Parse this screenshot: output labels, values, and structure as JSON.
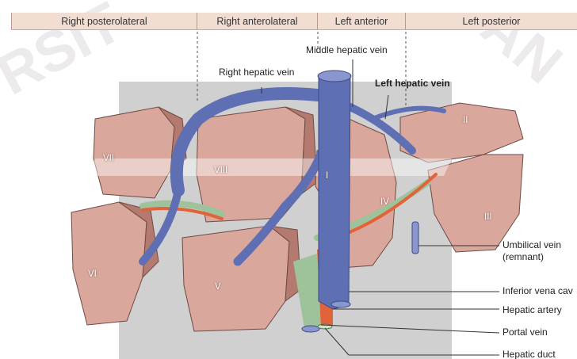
{
  "sectors": {
    "right_posterolateral": "Right posterolateral",
    "right_anterolateral": "Right anterolateral",
    "left_anterior": "Left anterior",
    "left_posterior": "Left posterior"
  },
  "veins": {
    "middle_hepatic": "Middle hepatic vein",
    "right_hepatic": "Right hepatic vein",
    "left_hepatic": "Left hepatic vein"
  },
  "segments": {
    "s1": "I",
    "s2": "II",
    "s3": "III",
    "s4": "IV",
    "s5": "V",
    "s6": "VI",
    "s7": "VII",
    "s8": "VIII"
  },
  "structures": {
    "umbilical_vein": "Umbilical vein",
    "umbilical_vein_note": "(remnant)",
    "ivc": "Inferior vena cav",
    "hepatic_artery": "Hepatic artery",
    "portal_vein": "Portal vein",
    "hepatic_duct": "Hepatic duct"
  },
  "watermark": {
    "left": "RSIT",
    "right": "AN"
  },
  "colors": {
    "liver": "#d9a79c",
    "vein": "#5e6fb3",
    "artery": "#e0633a",
    "portal": "#9ec29a",
    "sector_bar": "#f1ddd2",
    "plane": "#a9a9a9"
  }
}
